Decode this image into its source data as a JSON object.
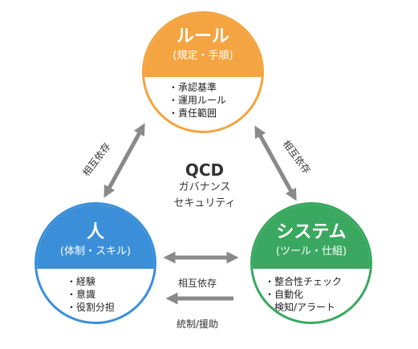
{
  "rule": {
    "title": "ルール",
    "subtitle": "(規定・手順)",
    "items": [
      "承認基準",
      "運用ルール",
      "責任範囲"
    ]
  },
  "people": {
    "title": "人",
    "subtitle": "(体制・スキル)",
    "items": [
      "経験",
      "意識",
      "役割分担"
    ]
  },
  "system": {
    "title": "システム",
    "subtitle": "(ツール・仕組)",
    "items": [
      "整合性チェック",
      "自動化",
      "検知/アラート"
    ]
  },
  "center": {
    "line1": "QCD",
    "line2": "ガバナンス",
    "line3": "セキュリティ"
  },
  "relations": {
    "left": "相互依存",
    "right": "相互依存",
    "middle": "相互依存",
    "bottom": "統制/援助"
  },
  "colors": {
    "rule": "#f4a440",
    "people": "#3b8fd8",
    "system": "#3aa860",
    "arrow": "#8a8a8a"
  }
}
